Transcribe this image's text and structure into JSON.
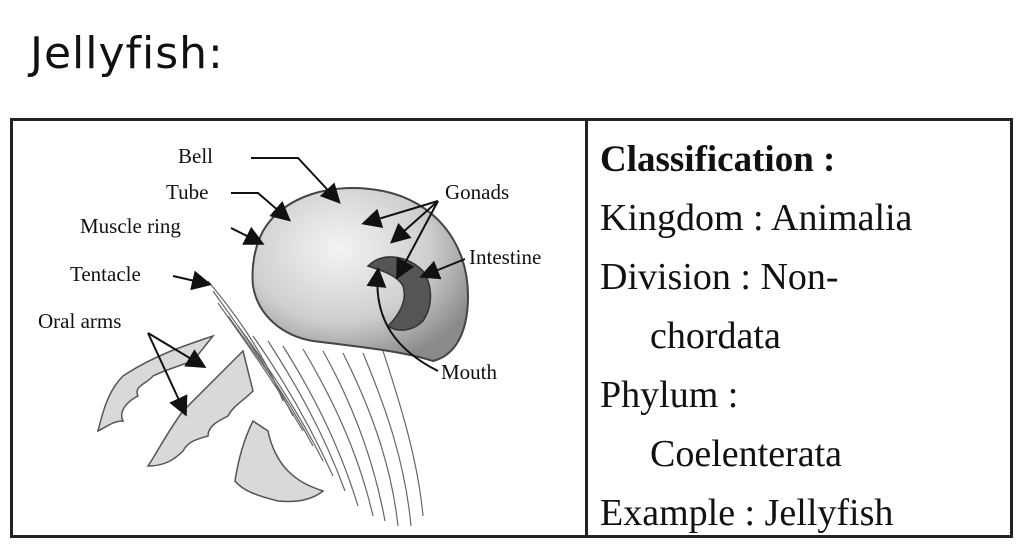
{
  "title": "Jellyfish:",
  "diagram": {
    "labels": {
      "bell": "Bell",
      "tube": "Tube",
      "muscle_ring": "Muscle ring",
      "tentacle": "Tentacle",
      "oral_arms": "Oral arms",
      "gonads": "Gonads",
      "intestine": "Intestine",
      "mouth": "Mouth"
    }
  },
  "classification": {
    "heading": "Classification :",
    "kingdom": "Kingdom : Animalia",
    "division_1": "Division : Non-",
    "division_2": "chordata",
    "phylum_1": "Phylum :",
    "phylum_2": "Coelenterata",
    "example": "Example : Jellyfish"
  }
}
